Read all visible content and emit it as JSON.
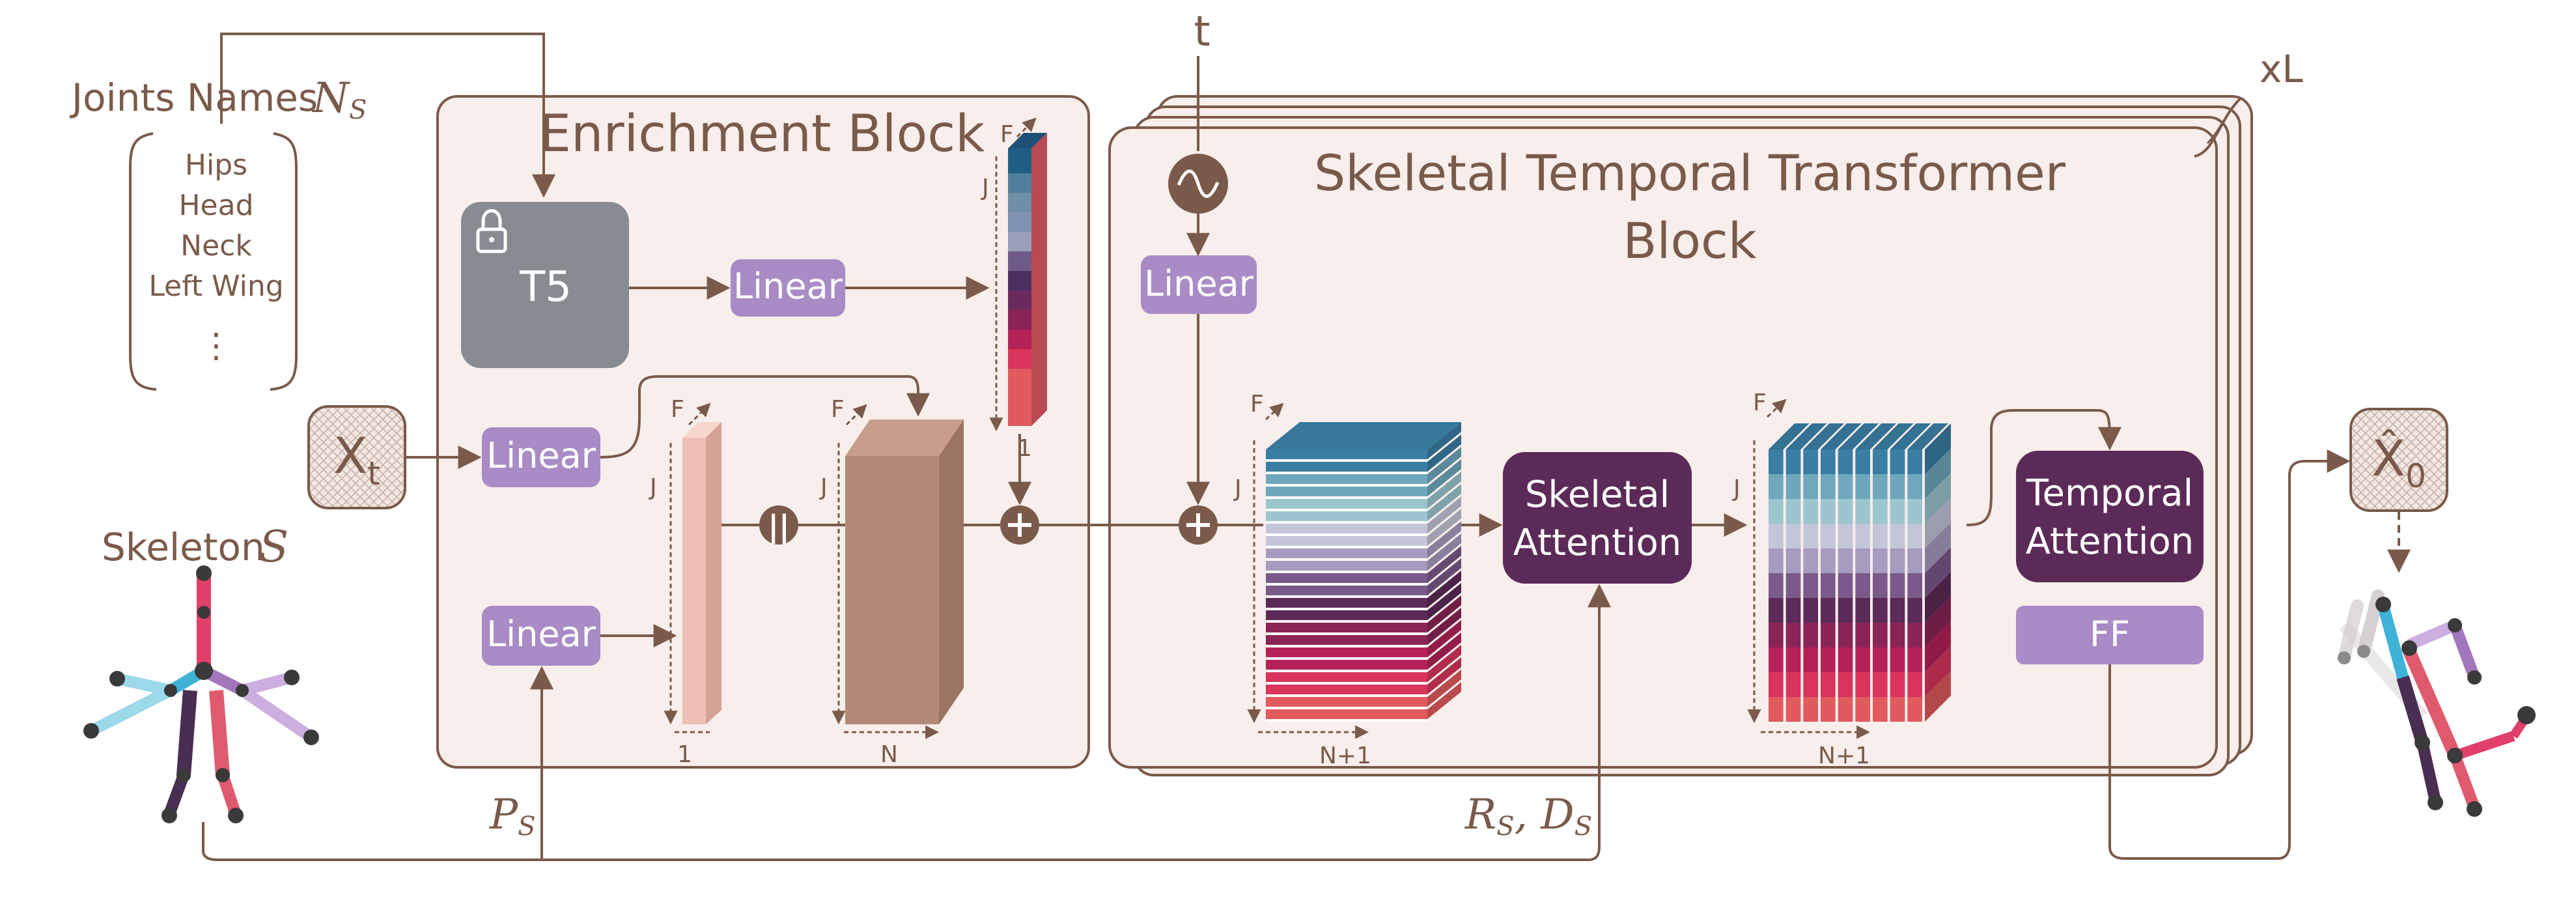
{
  "joints": {
    "title": "Joints Names",
    "symbol": "N",
    "symbol_sub": "S",
    "items": [
      "Hips",
      "Head",
      "Neck",
      "Left Wing"
    ],
    "more": "⋮"
  },
  "skeleton": {
    "title": "Skeleton",
    "symbol": "S"
  },
  "input": {
    "label": "X",
    "sub": "t"
  },
  "output": {
    "label": "X̂",
    "sub": "0"
  },
  "enrichment": {
    "title": "Enrichment Block",
    "t5": "T5",
    "linear_t5": "Linear",
    "linear_x": "Linear",
    "linear_p": "Linear",
    "concat": "||",
    "dims": {
      "F": "F",
      "J": "J",
      "one": "1",
      "N": "N"
    }
  },
  "transformer": {
    "title_line1": "Skeletal Temporal Transformer",
    "title_line2": "Block",
    "repeat": "xL",
    "time": "t",
    "linear_t": "Linear",
    "skeletal_attention": [
      "Skeletal",
      "Attention"
    ],
    "temporal_attention": [
      "Temporal",
      "Attention"
    ],
    "ff": "FF",
    "dims": {
      "F": "F",
      "J": "J",
      "N1": "N+1"
    }
  },
  "edge_labels": {
    "p": "P",
    "p_sub": "S",
    "rd": "R",
    "rd_sub": "S",
    "rd2": "D",
    "rd2_sub": "S"
  },
  "colors": {
    "brown": "#7a5a4a",
    "block_bg": "#f8eeeb",
    "linear": "#a98bc6",
    "attention": "#5c2a58",
    "t5": "#868c92",
    "stack": [
      "#e05a5e",
      "#d8345c",
      "#b52258",
      "#8a2456",
      "#5c2a58",
      "#7a5a8a",
      "#a69cc0",
      "#c3c6d8",
      "#9cc5d0",
      "#6fa8bd",
      "#3a7ea3"
    ]
  }
}
